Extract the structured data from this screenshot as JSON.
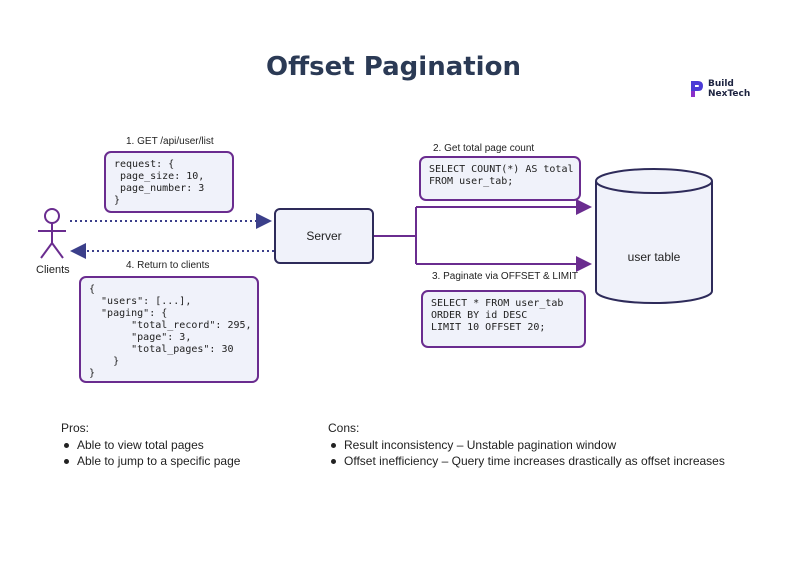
{
  "title": "Offset Pagination",
  "logo": {
    "line1": "Build",
    "line2": "NexTech"
  },
  "clients": {
    "label": "Clients"
  },
  "server": {
    "label": "Server"
  },
  "database": {
    "label": "user table"
  },
  "steps": {
    "step1": "1. GET /api/user/list",
    "step2": "2. Get total page count",
    "step3": "3. Paginate via OFFSET & LIMIT",
    "step4": "4. Return to clients"
  },
  "code": {
    "request": "request: {\n page_size: 10,\n page_number: 3\n}",
    "count_query": "SELECT COUNT(*) AS total\nFROM user_tab;",
    "page_query": "SELECT * FROM user_tab\nORDER BY id DESC\nLIMIT 10 OFFSET 20;",
    "response": "{\n  \"users\": [...],\n  \"paging\": {\n       \"total_record\": 295,\n       \"page\": 3,\n       \"total_pages\": 30\n    }\n}"
  },
  "pros": {
    "heading": "Pros:",
    "items": [
      "Able to view total pages",
      "Able to jump to a specific page"
    ]
  },
  "cons": {
    "heading": "Cons:",
    "items": [
      "Result inconsistency – Unstable pagination window",
      "Offset inefficiency – Query time increases drastically as offset increases"
    ]
  },
  "colors": {
    "accent": "#6a2c8f",
    "title": "#2b3a55",
    "box_fill": "#f0f2fa",
    "arrow": "#2e2b5a"
  }
}
